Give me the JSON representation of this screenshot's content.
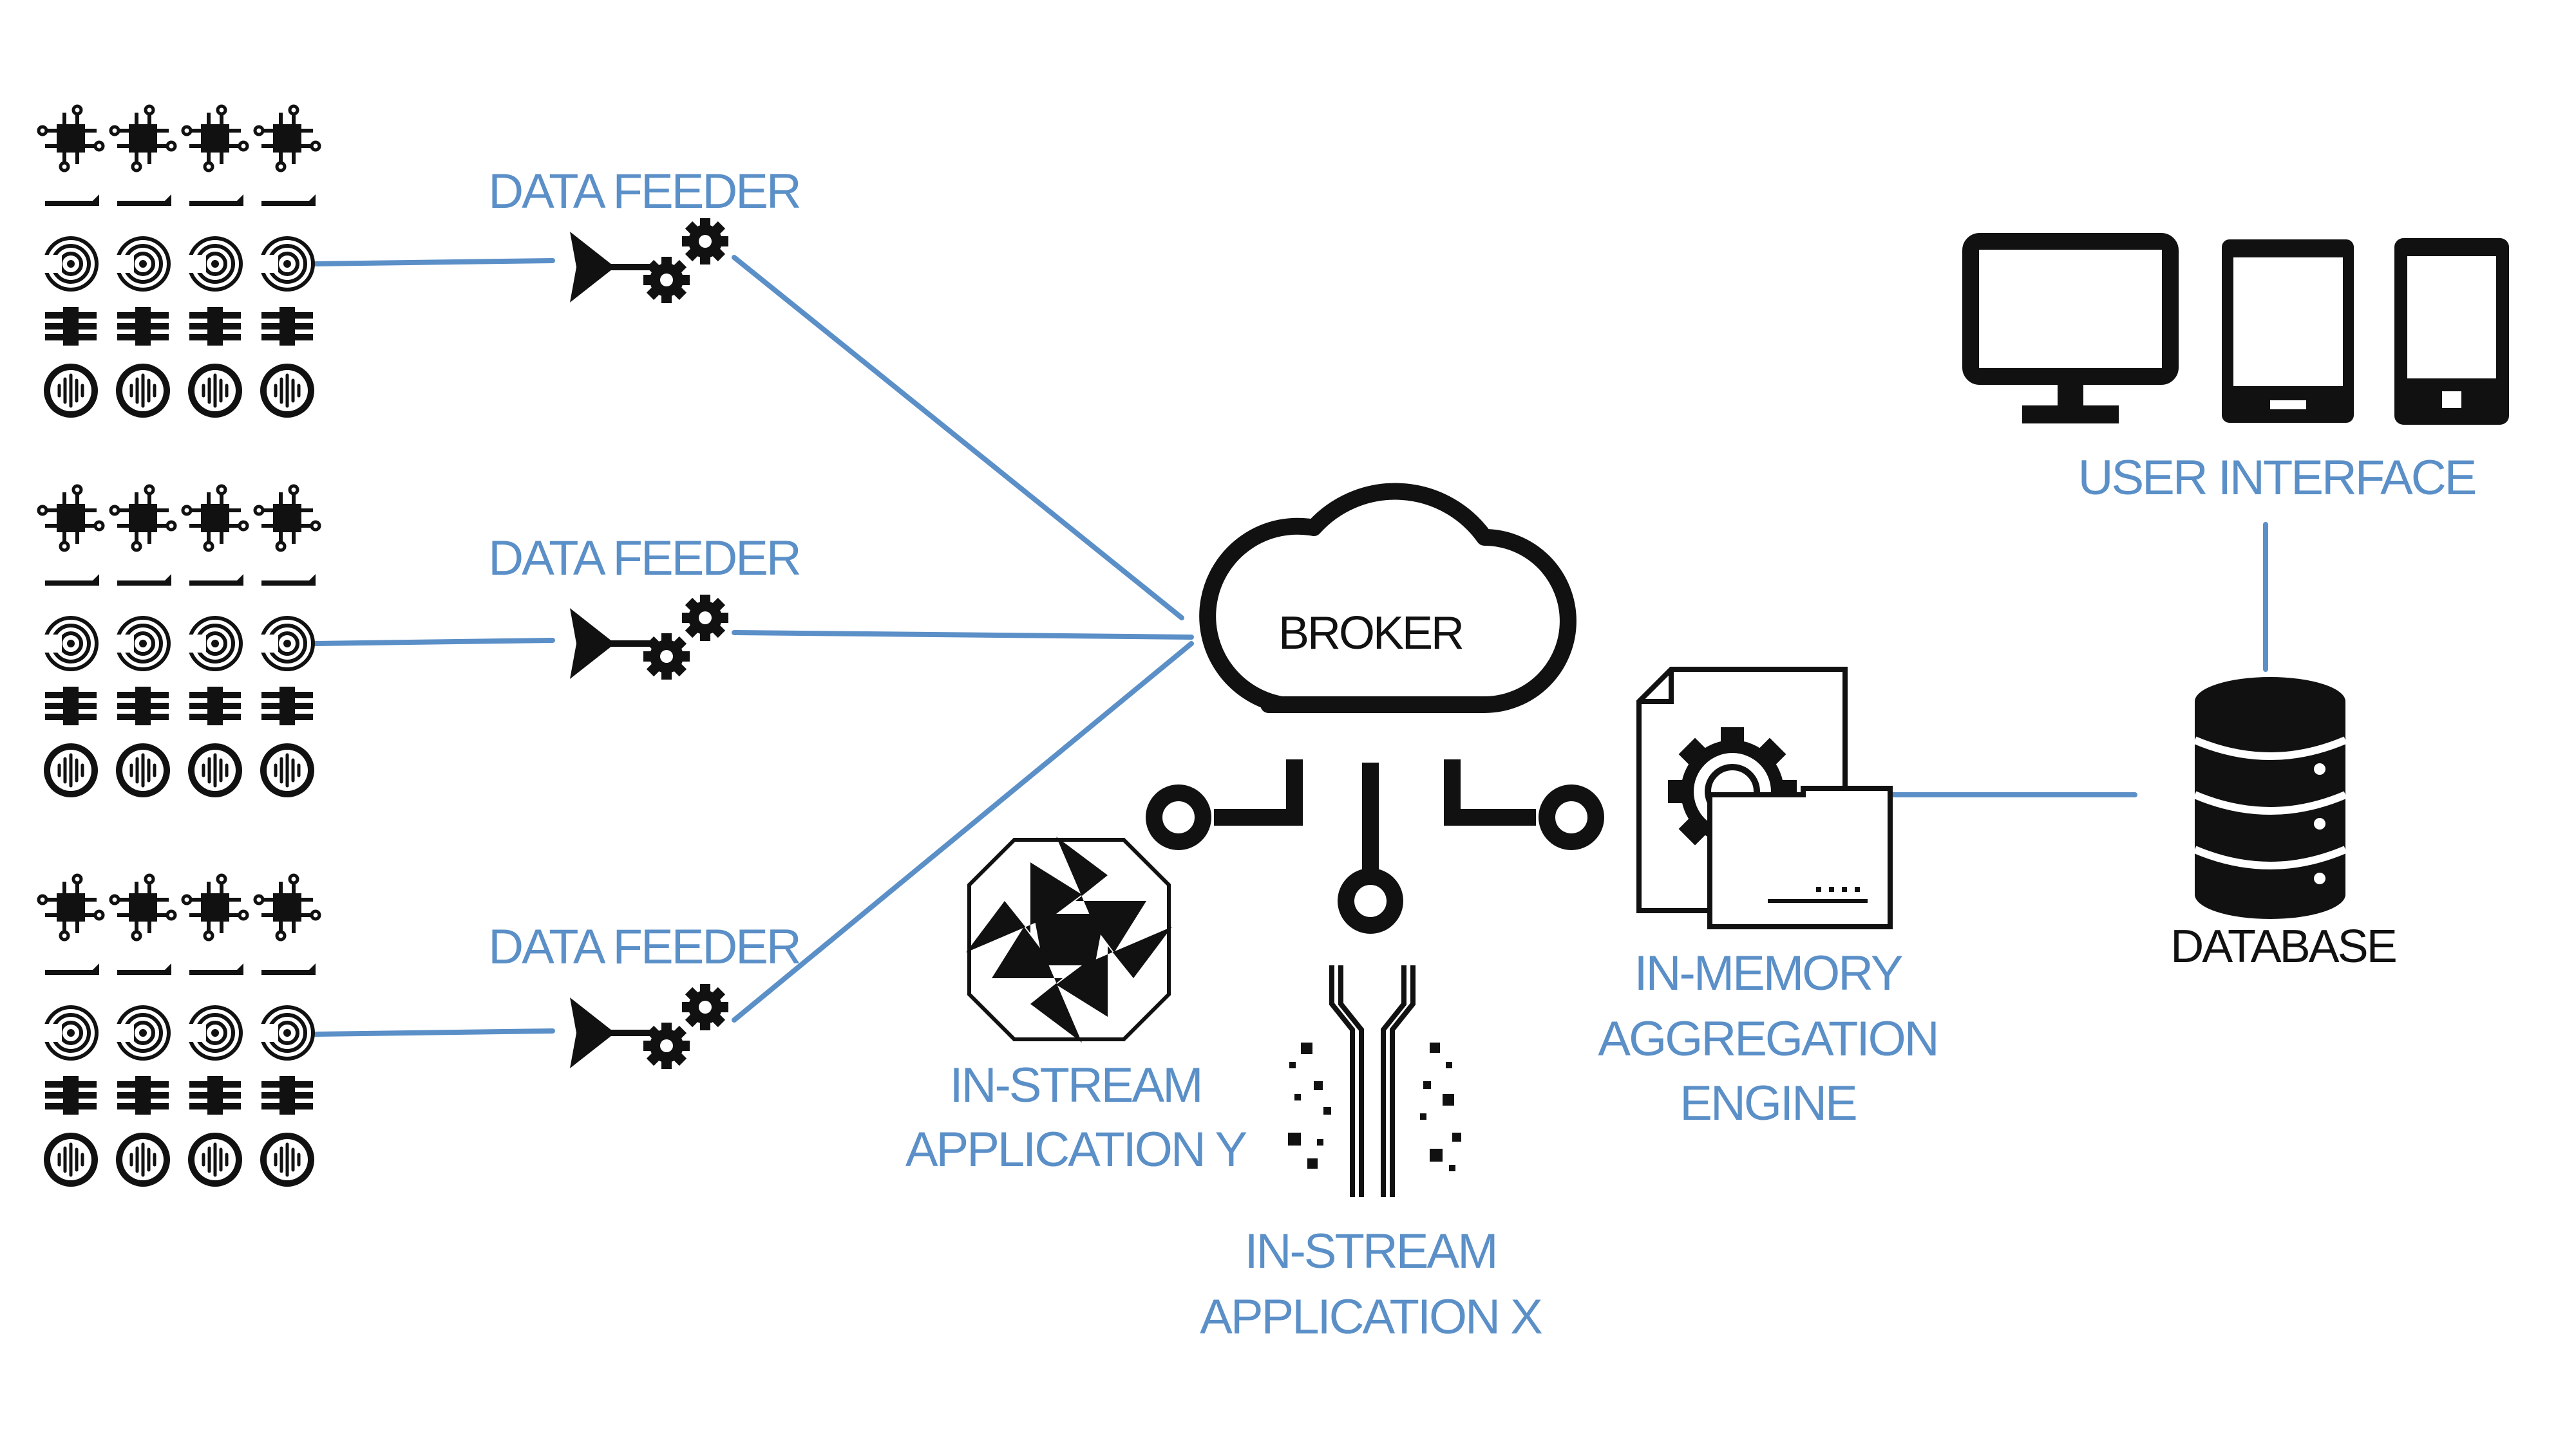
{
  "labels": {
    "feeder": "DATA FEEDER",
    "broker": "BROKER",
    "user_interface": "USER INTERFACE",
    "database": "DATABASE",
    "app_y_line1": "IN-STREAM",
    "app_y_line2": "APPLICATION  Y",
    "app_x_line1": "IN-STREAM",
    "app_x_line2": "APPLICATION  X",
    "engine_line1": "IN-MEMORY",
    "engine_line2": "AGGREGATION",
    "engine_line3": "ENGINE"
  },
  "colors": {
    "accent": "#5b8fc7",
    "icon": "#111111",
    "background": "#ffffff"
  },
  "icons": [
    "chip-icon",
    "sensor-icon",
    "radar-icon",
    "signal-bars-icon",
    "soundwave-icon",
    "funnel-gears-icon",
    "cloud-icon",
    "monitor-icon",
    "tablet-icon",
    "phone-icon",
    "database-icon",
    "document-gear-icon",
    "octagon-arrows-icon",
    "data-stream-icon"
  ]
}
